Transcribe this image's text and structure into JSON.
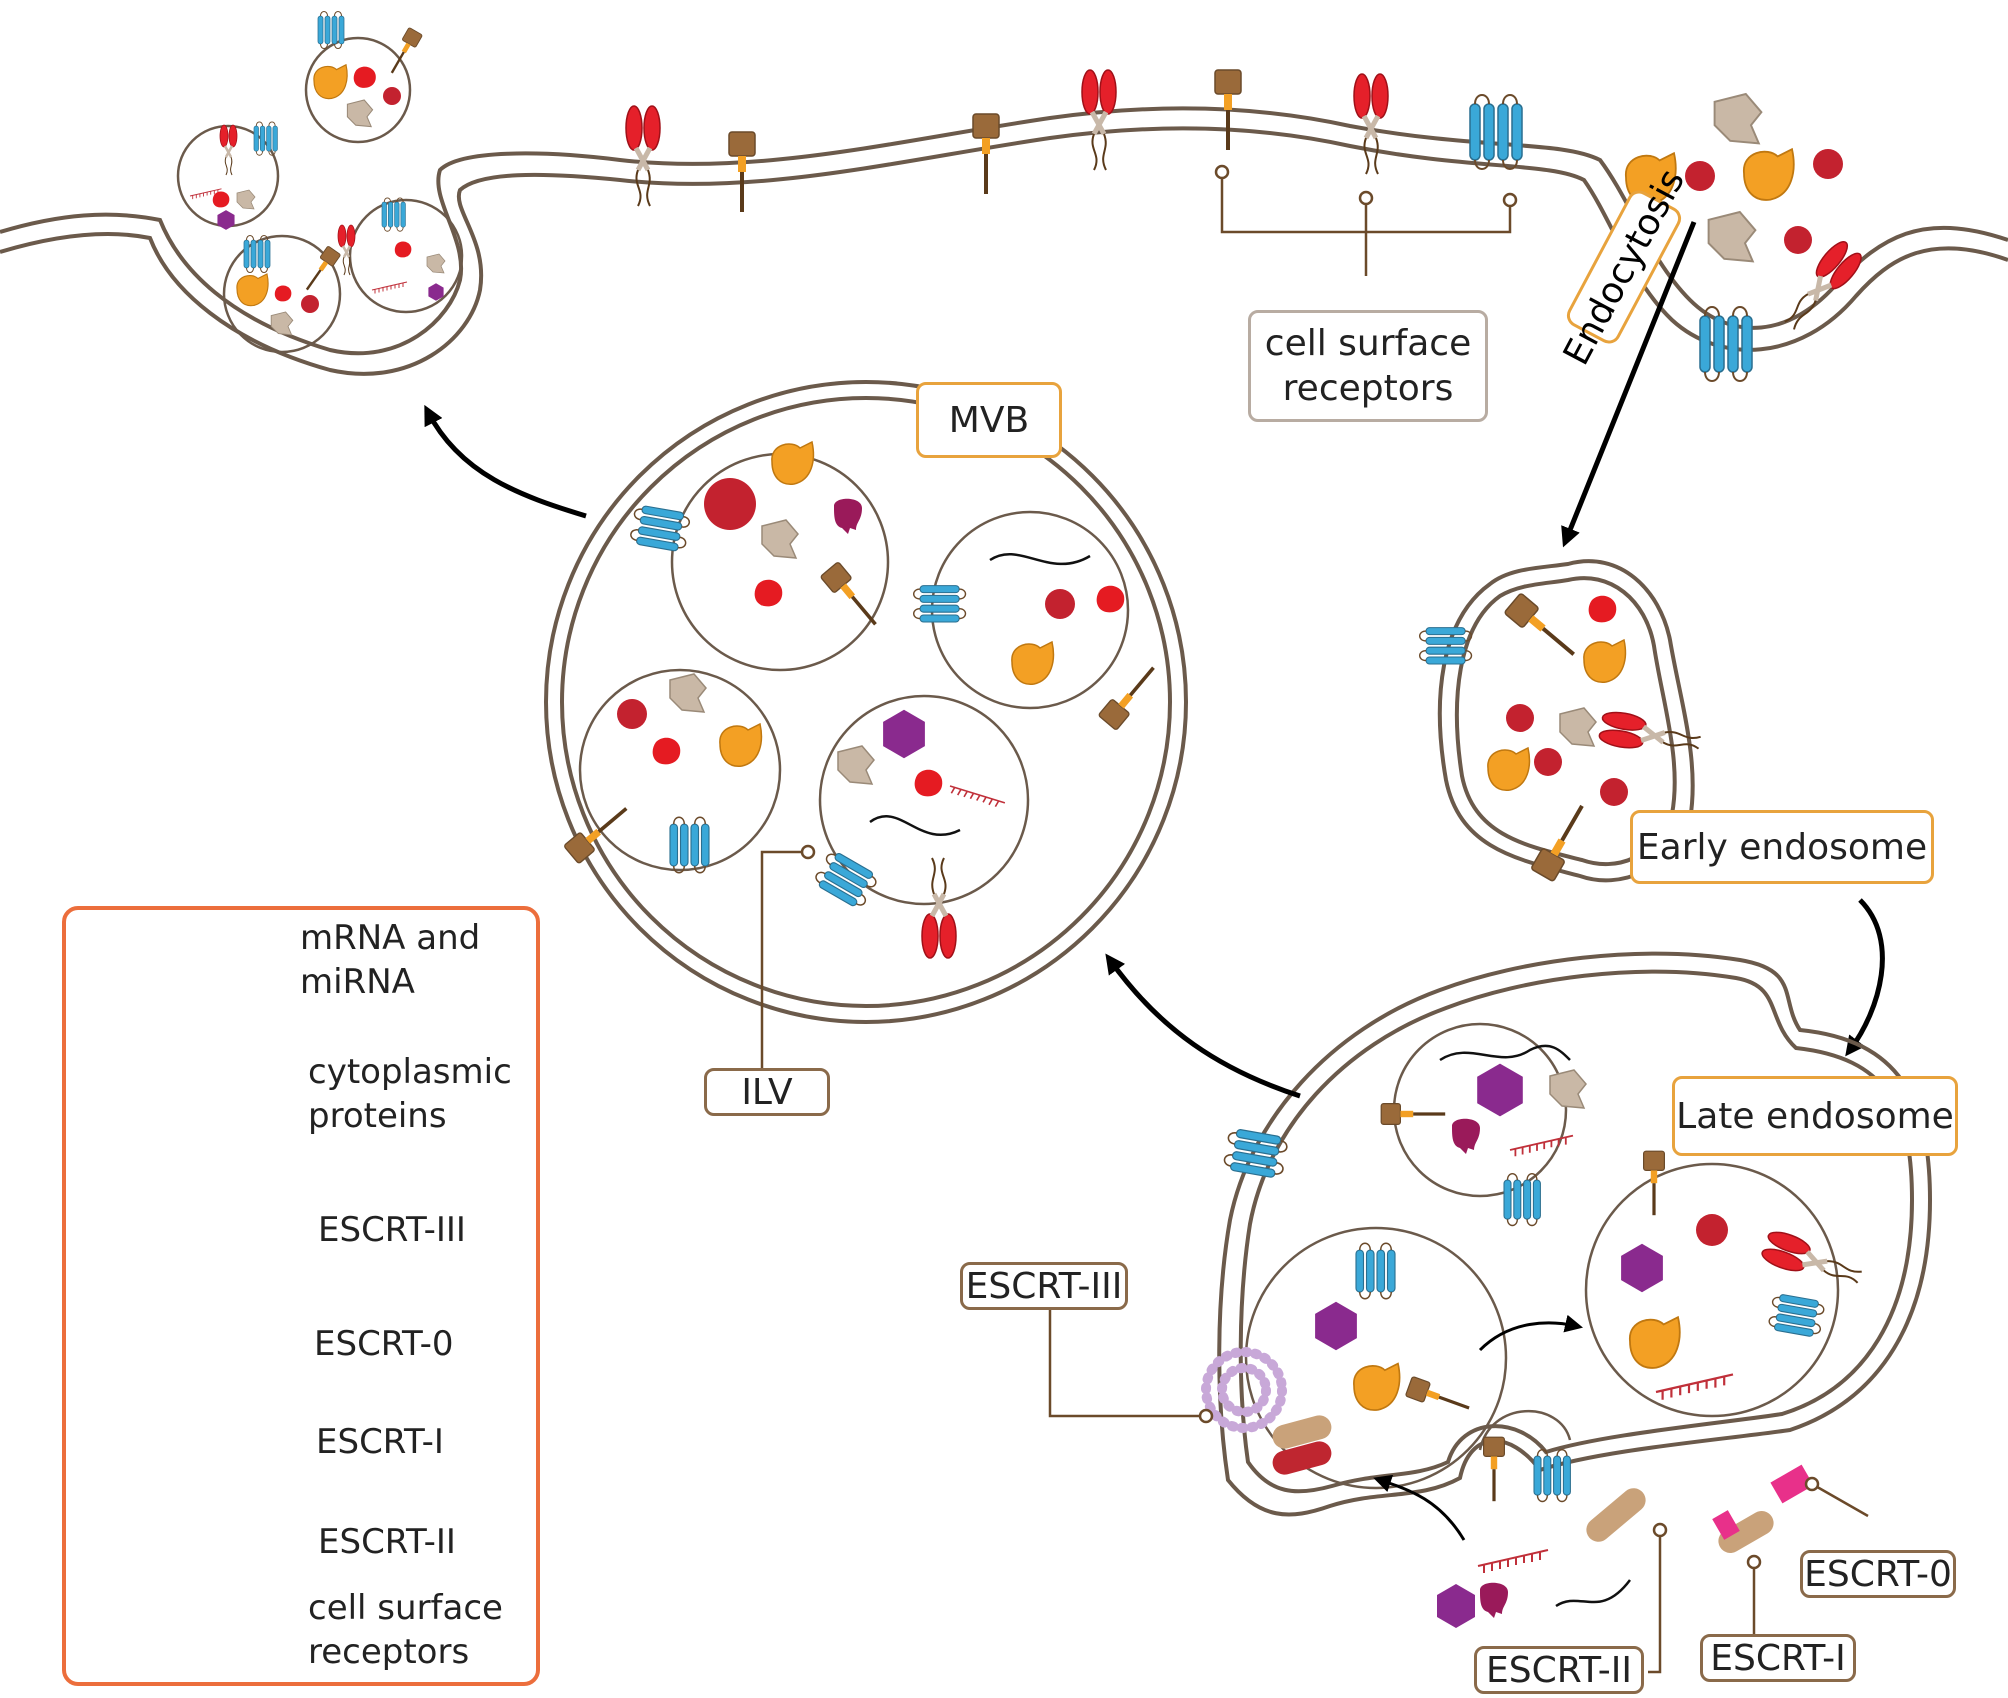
{
  "labels": {
    "mvb": "MVB",
    "cell_surface_receptors": "cell surface receptors",
    "endocytosis": "Endocytosis",
    "early_endosome": "Early endosome",
    "late_endosome": "Late endosome",
    "ilv": "ILV",
    "escrt_iii": "ESCRT-III",
    "escrt_0": "ESCRT-0",
    "escrt_i": "ESCRT-I",
    "escrt_ii": "ESCRT-II"
  },
  "legend": {
    "items": [
      {
        "label": "mRNA and miRNA",
        "icon": "rna-icon"
      },
      {
        "label": "cytoplasmic proteins",
        "icon": "proteins-icon"
      },
      {
        "label": "ESCRT-III",
        "icon": "escrt-iii-spiral-icon"
      },
      {
        "label": "ESCRT-0",
        "icon": "escrt-0-pink-block-icon"
      },
      {
        "label": "ESCRT-I",
        "icon": "escrt-i-tan-bar-icon"
      },
      {
        "label": "ESCRT-II",
        "icon": "escrt-ii-red-bar-icon"
      },
      {
        "label": "cell surface receptors",
        "icon": "receptors-icon"
      }
    ]
  },
  "colors": {
    "membrane": "#6b5a4b",
    "gpcr_blue": "#3aa8d8",
    "receptor_red": "#e5202a",
    "tetraspanin_brown": "#9a6a3a",
    "protein_orange": "#f3a024",
    "protein_tan": "#c9b8a6",
    "protein_purple": "#8a2a8e",
    "protein_darkred": "#c3222f",
    "escrt0_pink": "#e8308a",
    "escrt1_tan": "#c9a27a",
    "escrt2_red": "#bf2630",
    "escrt3_lilac": "#c8a8d8",
    "legend_border": "#ec6e3c",
    "label_orange": "#e8a33d"
  }
}
